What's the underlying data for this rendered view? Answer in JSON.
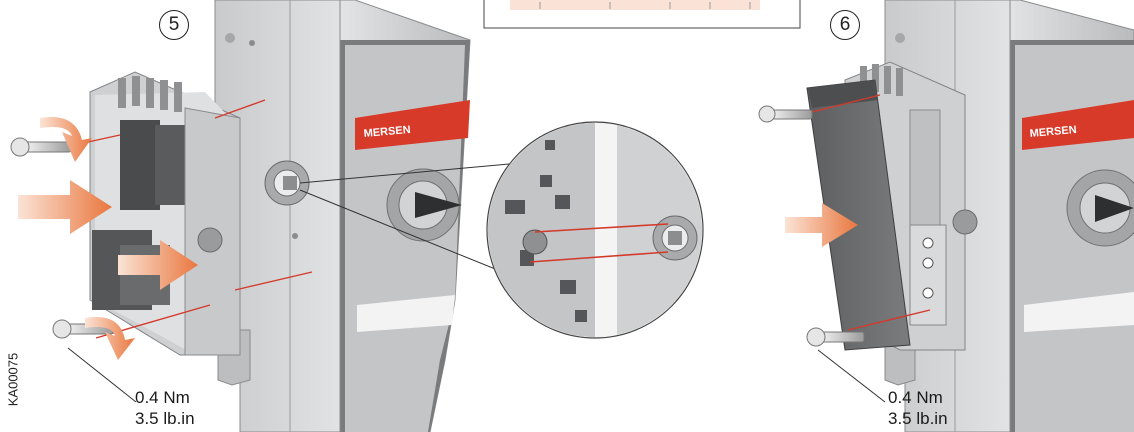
{
  "steps": [
    {
      "number": "5"
    },
    {
      "number": "6"
    }
  ],
  "torque_left": {
    "nm": "0.4 Nm",
    "lbin": "3.5 lb.in"
  },
  "torque_right": {
    "nm": "0.4 Nm",
    "lbin": "3.5 lb.in"
  },
  "brand": "MERSEN",
  "figure_code": "KA00075",
  "colors": {
    "device_body": "#d4d5d7",
    "device_dark": "#6b6c6e",
    "brand_band": "#d83a2a",
    "arrow": "#e98a55",
    "guide_line": "#d43a2a"
  }
}
